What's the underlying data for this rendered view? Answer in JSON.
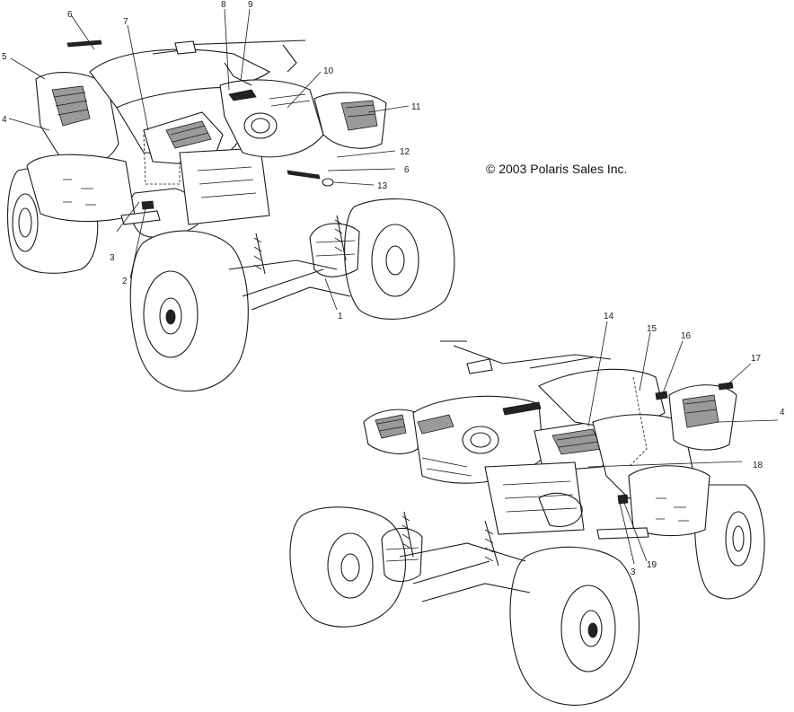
{
  "copyright": "© 2003 Polaris Sales Inc.",
  "callouts_top": {
    "c1": "1",
    "c2": "2",
    "c3": "3",
    "c4": "4",
    "c5": "5",
    "c6a": "6",
    "c7": "7",
    "c8": "8",
    "c9": "9",
    "c10": "10",
    "c11": "11",
    "c12": "12",
    "c6b": "6",
    "c13": "13"
  },
  "callouts_bottom": {
    "c14": "14",
    "c15": "15",
    "c16": "16",
    "c17": "17",
    "c4": "4",
    "c18": "18",
    "c3": "3",
    "c19": "19"
  }
}
